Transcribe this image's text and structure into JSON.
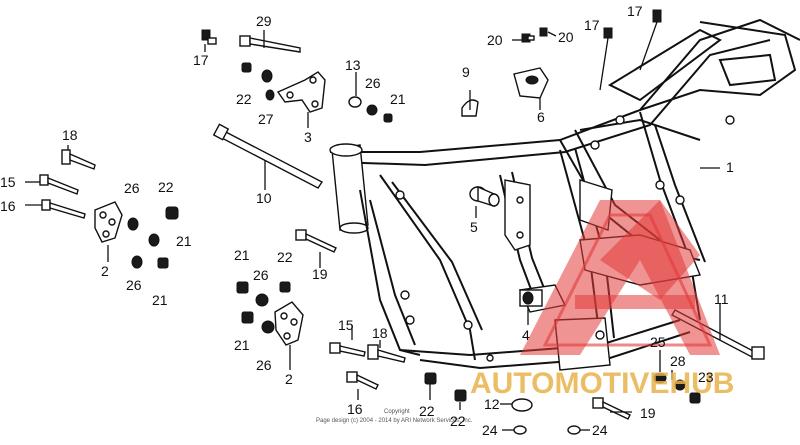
{
  "labels": {
    "l1": "1",
    "l2a": "2",
    "l2b": "2",
    "l3": "3",
    "l4": "4",
    "l5": "5",
    "l6": "6",
    "l9": "9",
    "l10": "10",
    "l11": "11",
    "l12": "12",
    "l13": "13",
    "l15a": "15",
    "l15b": "15",
    "l16a": "16",
    "l16b": "16",
    "l17a": "17",
    "l17b": "17",
    "l17c": "17",
    "l18a": "18",
    "l18b": "18",
    "l19a": "19",
    "l19b": "19",
    "l20a": "20",
    "l20b": "20",
    "l21a": "21",
    "l21b": "21",
    "l21c": "21",
    "l21d": "21",
    "l21e": "21",
    "l22a": "22",
    "l22b": "22",
    "l22c": "22",
    "l22d": "22",
    "l22e": "22",
    "l23": "23",
    "l24a": "24",
    "l24b": "24",
    "l25": "25",
    "l26a": "26",
    "l26b": "26",
    "l26c": "26",
    "l26d": "26",
    "l26e": "26",
    "l27": "27",
    "l28": "28",
    "l29": "29"
  },
  "watermark": {
    "text": "AUTOMOTIVEHUB",
    "accent_color": "#e23b3b",
    "gold_color": "#e8b24a"
  },
  "copyright": {
    "line1": "Copyright",
    "line2": "Page design (c) 2004 - 2014 by ARI Network Services, Inc."
  }
}
